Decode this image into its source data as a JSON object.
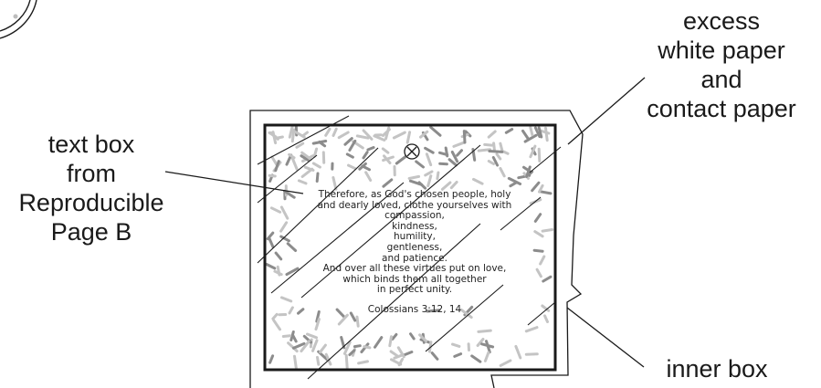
{
  "labels": {
    "text_box": [
      "text box",
      "from",
      "Reproducible",
      "Page B"
    ],
    "excess": [
      "excess",
      "white paper",
      "and",
      "contact paper"
    ],
    "inner_box": "inner box"
  },
  "verse": {
    "lines": [
      "Therefore, as God's chosen people, holy",
      "and dearly loved, clothe yourselves with",
      "compassion,",
      "kindness,",
      "humility,",
      "gentleness,",
      "and patience.",
      "And over all these virtues put on love,",
      "which binds them all together",
      "in perfect unity."
    ],
    "reference": "Colossians 3:12, 14"
  },
  "icons": {
    "hole_marker": "circled-x-icon",
    "decoration": "sprinkles-pattern"
  },
  "colors": {
    "line": "#1a1a1a",
    "sprinkle_dark": "#8c8c8c",
    "sprinkle_light": "#c4c4c4"
  }
}
